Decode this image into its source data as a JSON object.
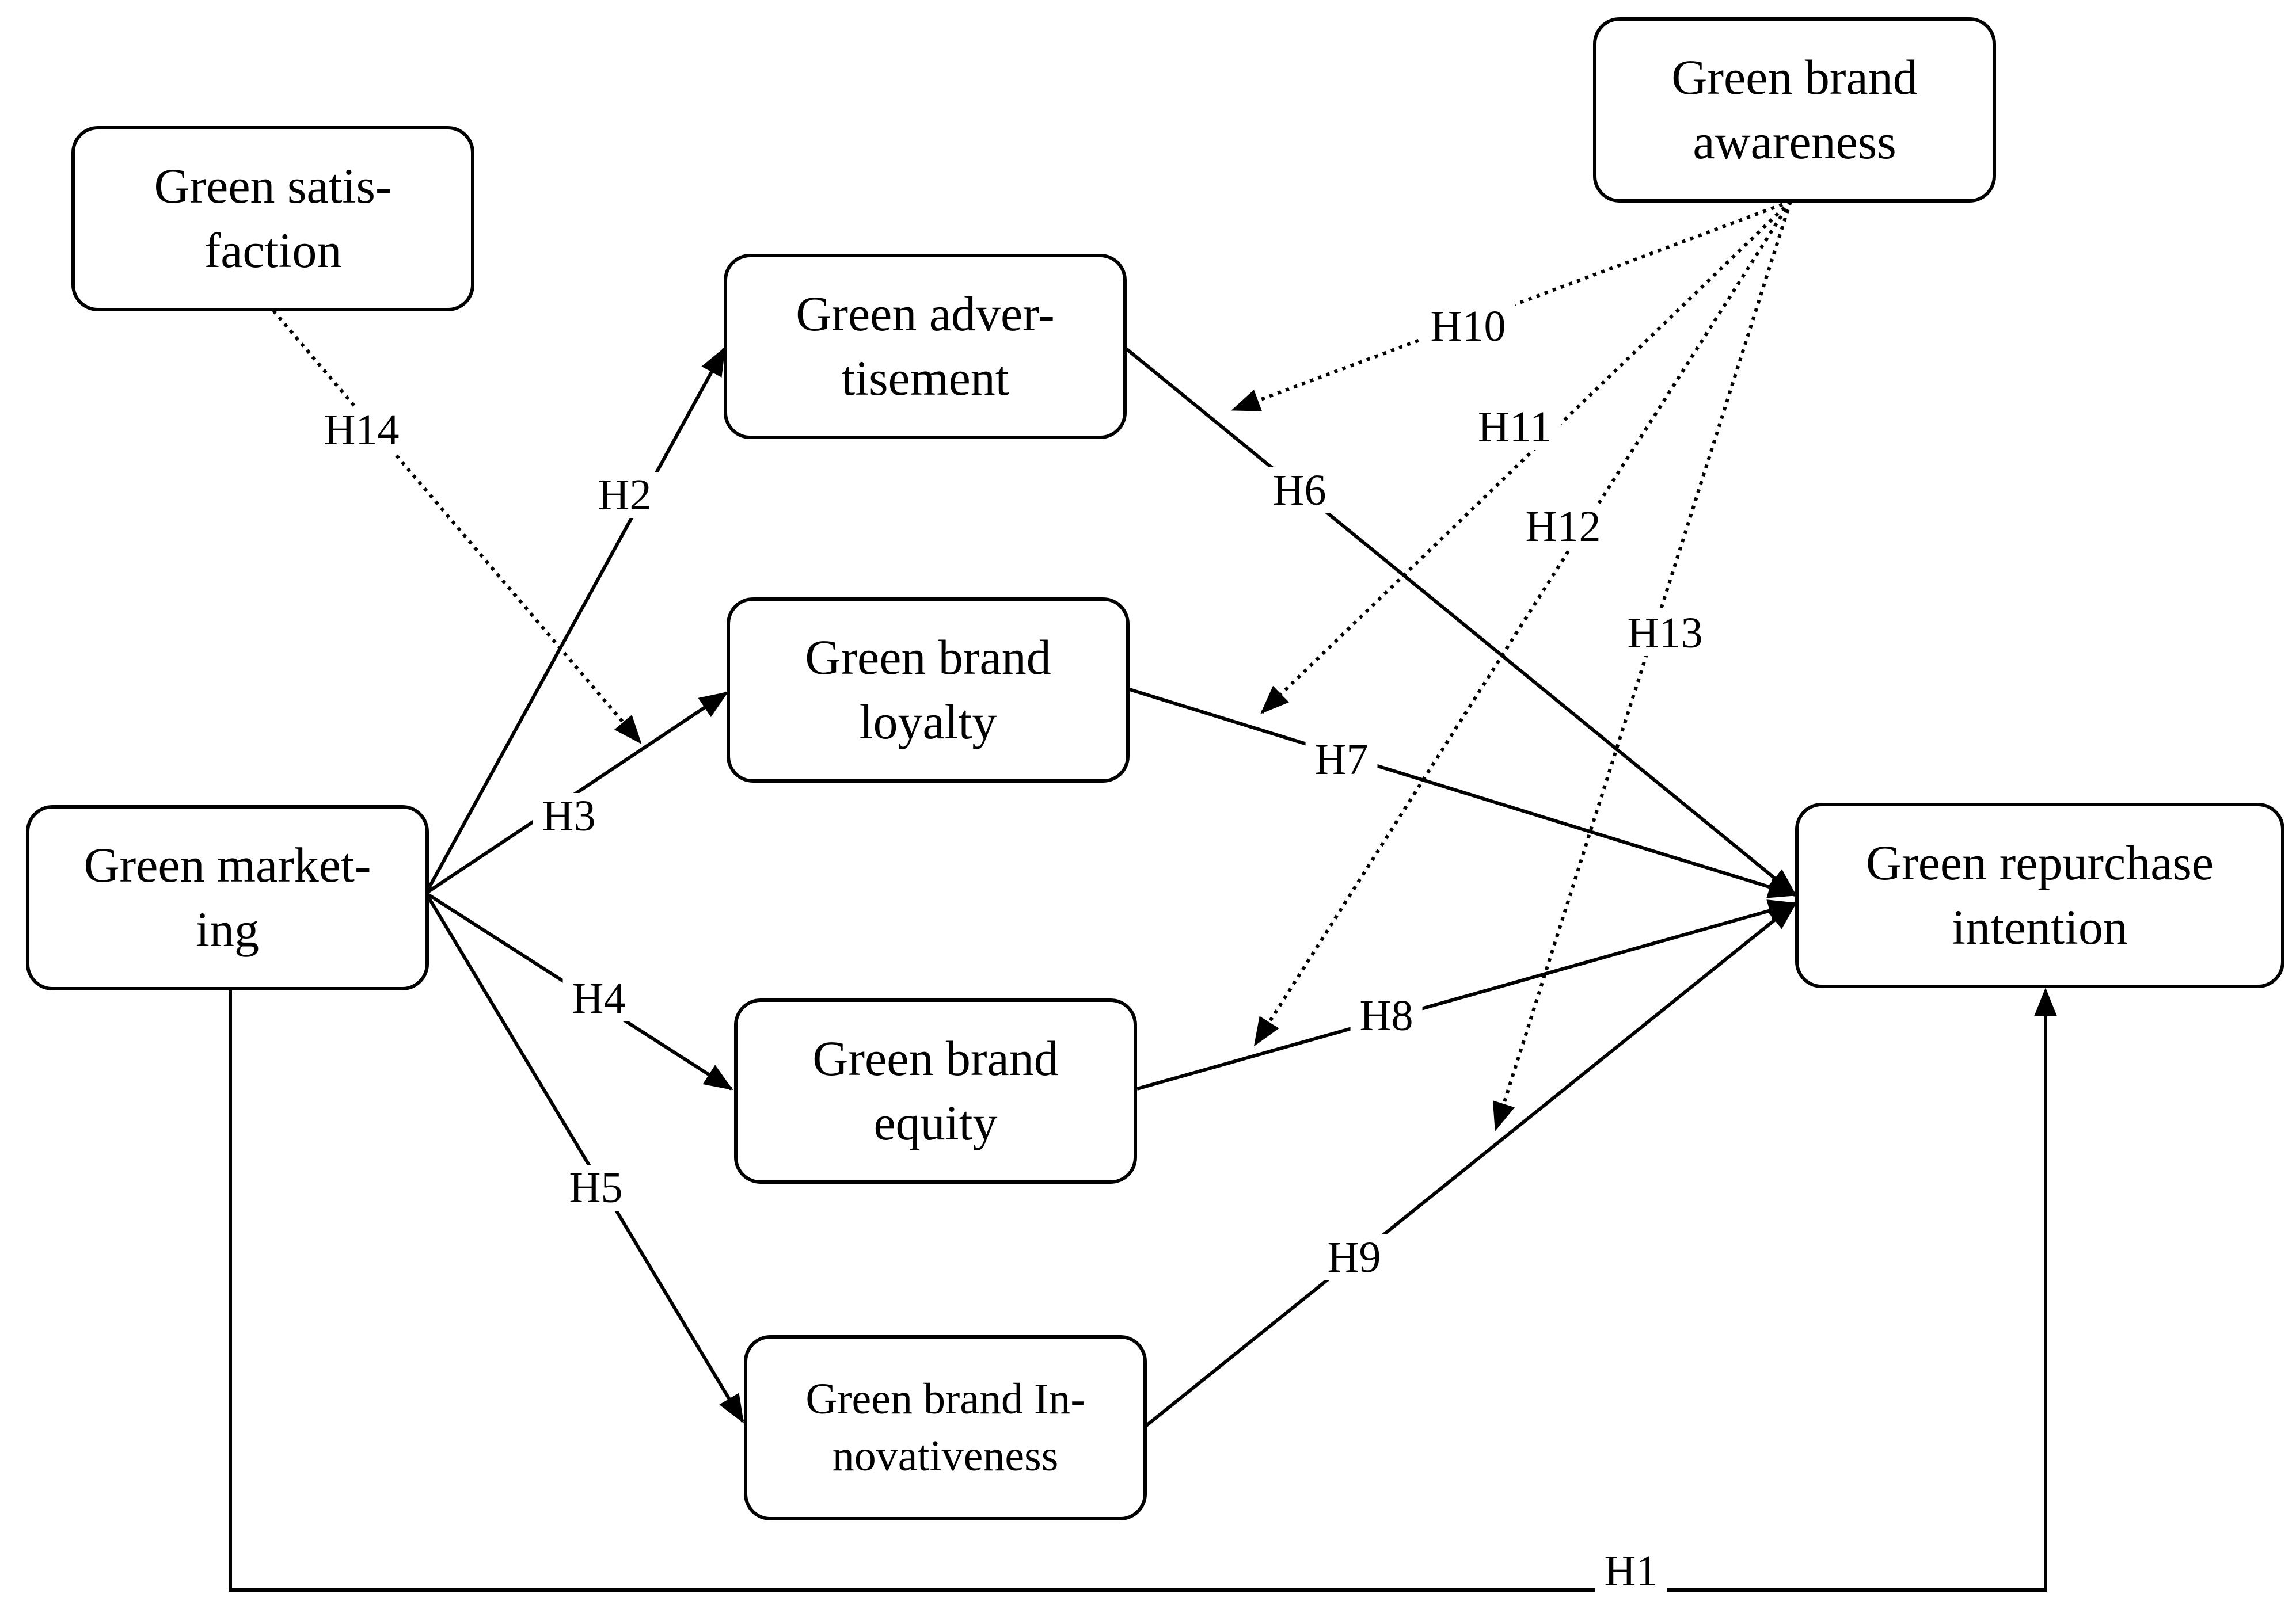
{
  "nodes": {
    "green_satisfaction": {
      "line1": "Green satis-",
      "line2": "faction"
    },
    "green_brand_awareness": {
      "line1": "Green brand",
      "line2": "awareness"
    },
    "green_advertisement": {
      "line1": "Green adver-",
      "line2": "tisement"
    },
    "green_brand_loyalty": {
      "line1": "Green brand",
      "line2": "loyalty"
    },
    "green_marketing": {
      "line1": "Green market-",
      "line2": "ing"
    },
    "green_brand_equity": {
      "line1": "Green brand",
      "line2": "equity"
    },
    "green_brand_innovativeness": {
      "line1": "Green brand In-",
      "line2": "novativeness"
    },
    "green_repurchase_intention": {
      "line1": "Green repurchase",
      "line2": "intention"
    }
  },
  "hypotheses": {
    "h1": "H1",
    "h2": "H2",
    "h3": "H3",
    "h4": "H4",
    "h5": "H5",
    "h6": "H6",
    "h7": "H7",
    "h8": "H8",
    "h9": "H9",
    "h10": "H10",
    "h11": "H11",
    "h12": "H12",
    "h13": "H13",
    "h14": "H14"
  }
}
